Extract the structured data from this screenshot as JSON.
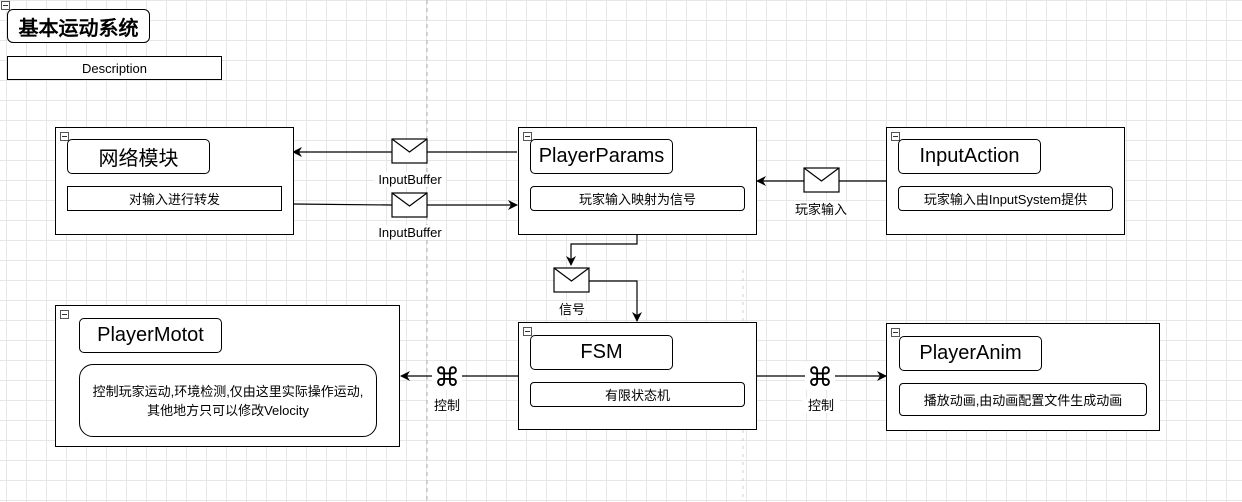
{
  "page": {
    "title": "基本运动系统",
    "description": "Description"
  },
  "modules": {
    "network": {
      "title": "网络模块",
      "desc": "对输入进行转发"
    },
    "player_params": {
      "title": "PlayerParams",
      "desc": "玩家输入映射为信号"
    },
    "input_action": {
      "title": "InputAction",
      "desc": "玩家输入由InputSystem提供"
    },
    "fsm": {
      "title": "FSM",
      "desc": "有限状态机"
    },
    "player_motot": {
      "title": "PlayerMotot",
      "desc": "控制玩家运动,环境检测,仅由这里实际操作运动,其他地方只可以修改Velocity"
    },
    "player_anim": {
      "title": "PlayerAnim",
      "desc": "播放动画,由动画配置文件生成动画"
    }
  },
  "edges": {
    "params_to_network": "InputBuffer",
    "network_to_params": "InputBuffer",
    "inputaction_to_params": "玩家输入",
    "params_to_fsm": "信号",
    "fsm_to_motot": "控制",
    "fsm_to_anim": "控制"
  },
  "icons": {
    "message": "envelope-icon",
    "control": "command-icon",
    "collapse": "minus-box-icon"
  },
  "colors": {
    "stroke": "#000000",
    "grid": "#e6e6e6",
    "guide": "#b0b0b0"
  }
}
